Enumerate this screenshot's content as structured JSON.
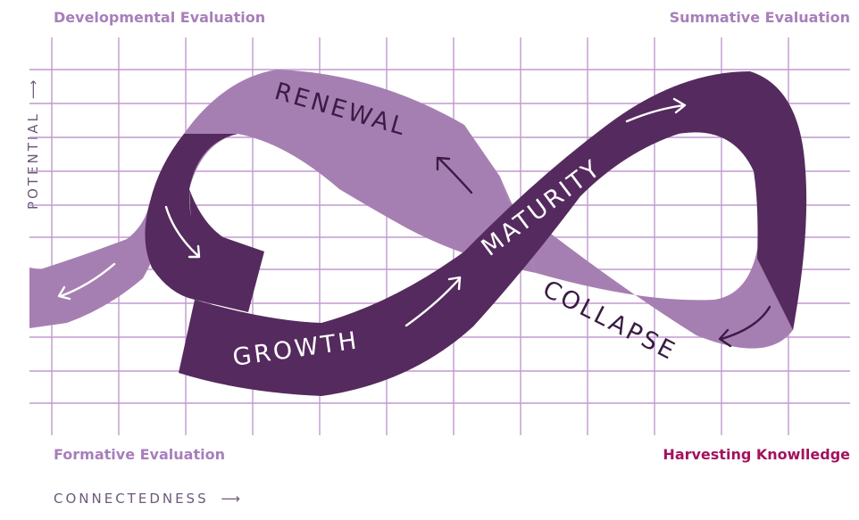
{
  "corners": {
    "top_left": "Developmental Evaluation",
    "top_right": "Summative Evaluation",
    "bottom_left": "Formative Evaluation",
    "bottom_right": "Harvesting Knowlledge"
  },
  "axes": {
    "x_label": "CONNECTEDNESS",
    "y_label": "POTENTIAL"
  },
  "stages": {
    "growth": "GROWTH",
    "maturity": "MATURITY",
    "collapse": "COLLAPSE",
    "renewal": "RENEWAL"
  },
  "colors": {
    "dark_purple": "#552a5e",
    "light_purple": "#a67fb2",
    "grid": "#c29ad0",
    "label_purple": "#a77fbb",
    "label_magenta": "#a3125e"
  }
}
